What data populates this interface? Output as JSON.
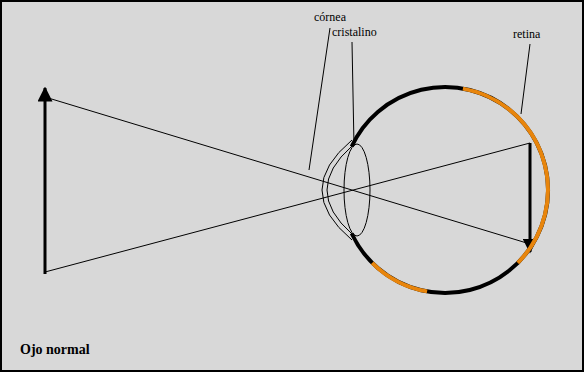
{
  "diagram": {
    "caption": "Ojo normal",
    "labels": [
      "córnea",
      "cristalino",
      "retina"
    ]
  }
}
